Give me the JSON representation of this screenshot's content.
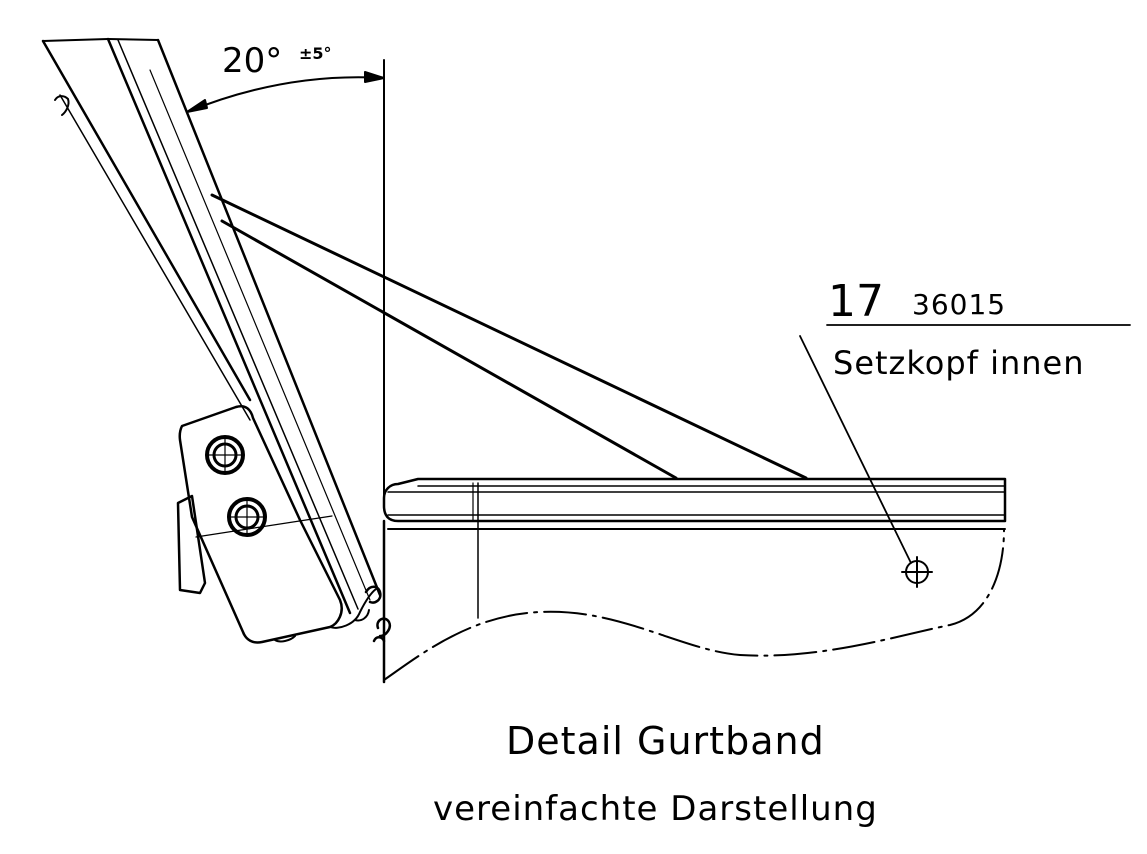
{
  "angle_dimension": {
    "value": "20°",
    "tolerance": "±5°"
  },
  "callout": {
    "item_number": "17",
    "part_number": "36015",
    "note": "Setzkopf innen"
  },
  "caption": {
    "title": "Detail Gurtband",
    "subtitle": "vereinfachte Darstellung"
  },
  "colors": {
    "line": "#000000",
    "background": "#ffffff"
  },
  "icons": [
    "rivet-symbol"
  ]
}
